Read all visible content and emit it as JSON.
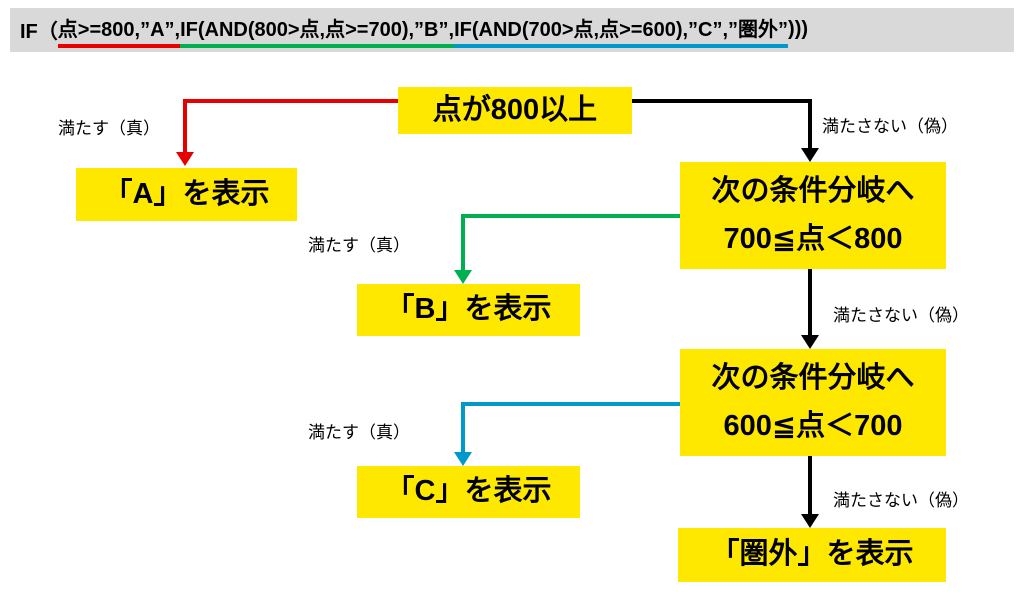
{
  "formula": {
    "segments": [
      {
        "text": "IF（",
        "underline": "none"
      },
      {
        "text": "点>=800,”A”,",
        "underline": "red"
      },
      {
        "text": "IF(AND(800>点,点>=700),”B”,",
        "underline": "green"
      },
      {
        "text": "IF(AND(700>点,点>=600),”C”,”圏外”",
        "underline": "blue"
      },
      {
        "text": ")))",
        "underline": "none"
      }
    ]
  },
  "nodes": {
    "top": "点が800以上",
    "result_a": "「A」を表示",
    "branch1_line1": "次の条件分岐へ",
    "branch1_line2": "700≦点＜800",
    "result_b": "「B」を表示",
    "branch2_line1": "次の条件分岐へ",
    "branch2_line2": "600≦点＜700",
    "result_c": "「C」を表示",
    "result_out": "「圏外」を表示"
  },
  "labels": {
    "true1": "満たす（真）",
    "false1": "満たさない（偽）",
    "true2": "満たす（真）",
    "false2": "満たさない（偽）",
    "true3": "満たす（真）",
    "false3": "満たさない（偽）"
  },
  "colors": {
    "red": "#e60000",
    "green": "#00b050",
    "blue": "#0099cc",
    "black": "#000000",
    "node_bg": "#ffe800",
    "formula_bg": "#d9d9d9"
  }
}
